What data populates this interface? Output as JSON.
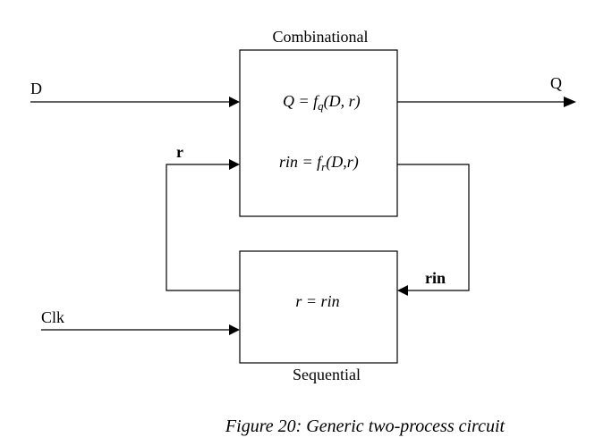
{
  "blocks": {
    "combinational": {
      "label": "Combinational",
      "eq_q": {
        "lhs": "Q = f",
        "sub": "q",
        "rhs": "(D, r)"
      },
      "eq_rin": {
        "lhs": "rin = f",
        "sub": "r",
        "rhs": "(D,r)"
      }
    },
    "sequential": {
      "label": "Sequential",
      "eq": "r = rin"
    }
  },
  "signals": {
    "d": "D",
    "q": "Q",
    "r": "r",
    "rin": "rin",
    "clk": "Clk"
  },
  "caption": "Figure 20: Generic two-process circuit"
}
